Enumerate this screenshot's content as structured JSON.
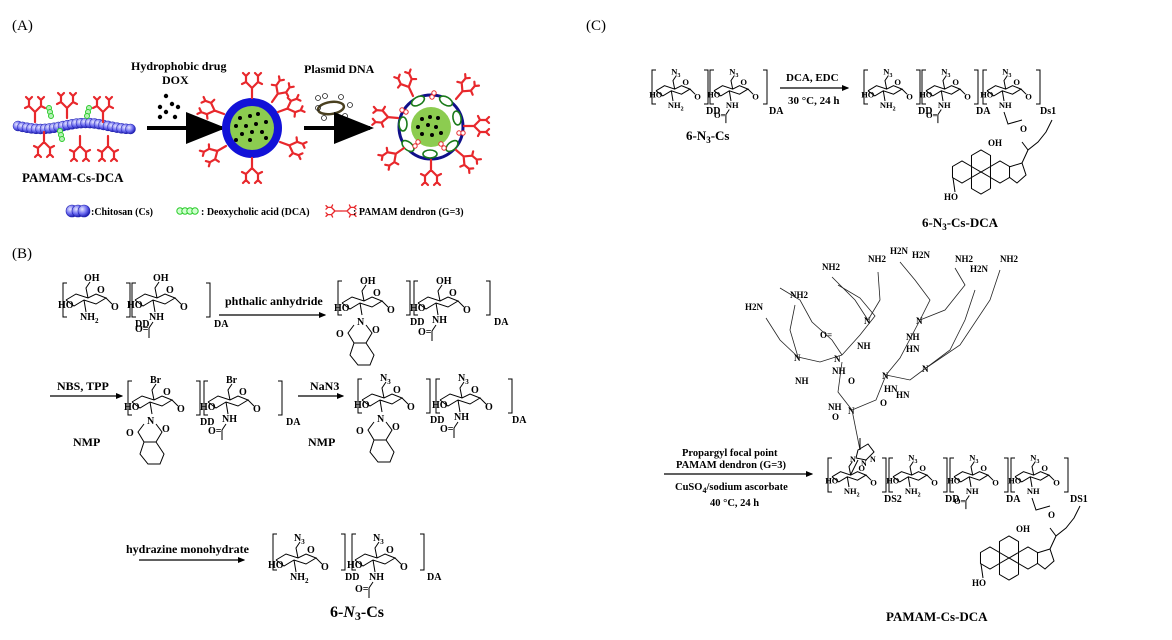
{
  "panels": {
    "A": {
      "label": "(A)",
      "step1_reagent_line1": "Hydrophobic drug",
      "step1_reagent_line2": "DOX",
      "step2_reagent": "Plasmid DNA",
      "start_name": "PAMAM-Cs-DCA",
      "legend": [
        {
          "icon": "chitosan-bead-icon",
          "label": ":Chitosan (Cs)",
          "color": "#3a3ad8"
        },
        {
          "icon": "dca-bead-icon",
          "label": ": Deoxycholic acid (DCA)",
          "color": "#3cdc3c"
        },
        {
          "icon": "pamam-dendron-icon",
          "label": ": PAMAM dendron (G=3)",
          "color": "#e8282c"
        }
      ],
      "colors": {
        "shell": "#1010d8",
        "core": "#8ccc50",
        "drug": "#000000",
        "dendron": "#e8282c"
      }
    },
    "B": {
      "label": "(B)",
      "steps": [
        {
          "reagent": "phthalic anhydride",
          "condition": ""
        },
        {
          "reagent": "NBS, TPP",
          "condition": "NMP"
        },
        {
          "reagent": "NaN3",
          "condition": "NMP"
        },
        {
          "reagent": "hydrazine monohydrate",
          "condition": ""
        }
      ],
      "product_name": "6-N3-Cs",
      "atoms": {
        "OH": "OH",
        "O": "O",
        "HO": "HO",
        "NH2": "NH",
        "NH2_sub": "2",
        "NH": "NH",
        "Br": "Br",
        "N3": "N",
        "N3_sub": "3",
        "N": "N",
        "DD": "DD",
        "DA": "DA",
        "Oeq": "O="
      }
    },
    "C": {
      "label": "(C)",
      "step1_reagent": "DCA, EDC",
      "step1_condition": "30 °C, 24 h",
      "start_name": "6-N3-Cs",
      "intermediate_name": "6-N3-Cs-DCA",
      "step2_reagent_line1": "Propargyl focal point",
      "step2_reagent_line2": "PAMAM dendron (G=3)",
      "step2_condition_line1": "CuSO4/sodium ascorbate",
      "step2_condition_line2": "40 °C, 24 h",
      "final_name": "PAMAM-Cs-DCA",
      "subscripts": {
        "DD": "DD",
        "DA": "DA",
        "Ds1": "Ds1",
        "DS1": "DS1",
        "DS2": "DS2"
      },
      "dendron_terminals": [
        "H2N",
        "NH2",
        "NH2",
        "NH2",
        "H2N",
        "H2N",
        "NH2",
        "H2N",
        "NH2"
      ]
    }
  }
}
